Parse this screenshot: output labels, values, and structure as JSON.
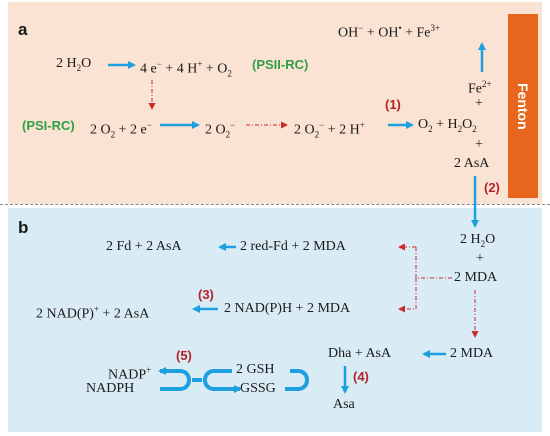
{
  "panels": {
    "a": "a",
    "b": "b"
  },
  "fenton": "Fenton",
  "a": {
    "r1_lhs": "2 H",
    "r1_lhs_sub": "2",
    "r1_lhs_tail": "O",
    "r1_rhs": "4 e",
    "r1_rhs_sup": "−",
    "r1_rhs2": " + 4 H",
    "r1_rhs2_sup": "+",
    "r1_rhs3": " + O",
    "r1_rhs3_sub": "2",
    "psii": "(PSII-RC)",
    "psi": "(PSI-RC)",
    "r2_lhs": "2 O",
    "r2_lhs_sub": "2",
    "r2_lhs2": " + 2 e",
    "r2_lhs2_sup": "−",
    "r2_rhs": "2 O",
    "r2_rhs_sub": "2",
    "r2_rhs_sup": "−",
    "r3_lhs": "2 O",
    "r3_lhs_sub": "2",
    "r3_lhs_sup": "−",
    "r3_lhs2": " + 2 H",
    "r3_lhs2_sup": "+",
    "r3_rhs": "O",
    "r3_rhs_sub": "2",
    "r3_rhs2": " + H",
    "r3_rhs2_sub": "2",
    "r3_rhs3": "O",
    "r3_rhs3_sub": "2",
    "step1": "(1)",
    "fe2": "Fe",
    "fe2_sup": "2+",
    "plus": "+",
    "asa2": "2 AsA",
    "top_oh": "OH",
    "top_oh_sup": "−",
    "top_oh2": " + OH",
    "top_oh2_sup": "•",
    "top_fe": " + Fe",
    "top_fe_sup": "3+",
    "step2": "(2)"
  },
  "b": {
    "h2o": "2 H",
    "h2o_sub": "2",
    "h2o_tail": "O",
    "plus": "+",
    "mda2": "2 MDA",
    "fd_line": "2 Fd  +  2  AsA",
    "fd_rhs": "2  red-Fd  +  2  MDA",
    "nad_lhs": "2 NAD(P)",
    "nad_lhs_sup": "+",
    "nad_lhs2": " +  2  AsA",
    "step3": "(3)",
    "nad_rhs": "2  NAD(P)H  +  2  MDA",
    "dha_line": "Dha  +  AsA",
    "mda_right": "2 MDA",
    "step4": "(4)",
    "asa": "Asa",
    "step5": "(5)",
    "nadp": "NADP",
    "nadp_sup": "+",
    "nadph": "NADPH",
    "gsh": "2 GSH",
    "gssg": "GSSG"
  },
  "colors": {
    "blue": "#1ea0e0",
    "red": "#cc2b2b",
    "green": "#2fa043",
    "orange": "#e8651d"
  }
}
